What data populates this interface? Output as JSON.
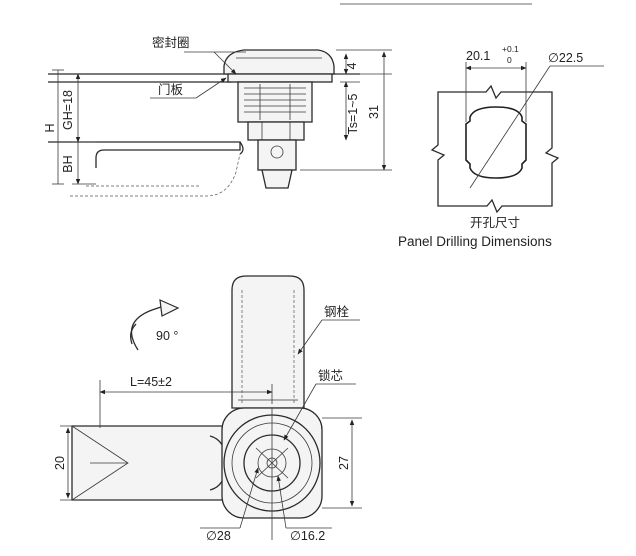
{
  "side_view": {
    "gasket_label": "密封圈",
    "door_panel_label": "门板",
    "dim_h": "H",
    "dim_gh": "GH=18",
    "dim_bh": "BH",
    "dim_ts": "Ts=1~5",
    "dim_4": "4",
    "dim_31": "31"
  },
  "panel_cutout": {
    "dim_width": "20.1",
    "tol_upper": "+0.1",
    "tol_lower": "0",
    "dim_diameter": "∅22.5",
    "caption_cn": "开孔尺寸",
    "caption_en": "Panel Drilling Dimensions"
  },
  "front_view": {
    "rotation_label": "90 °",
    "steel_bolt_label": "钢栓",
    "lock_core_label": "锁芯",
    "dim_l": "L=45±2",
    "dim_20": "20",
    "dim_27": "27",
    "dim_d28": "∅28",
    "dim_d162": "∅16.2"
  }
}
